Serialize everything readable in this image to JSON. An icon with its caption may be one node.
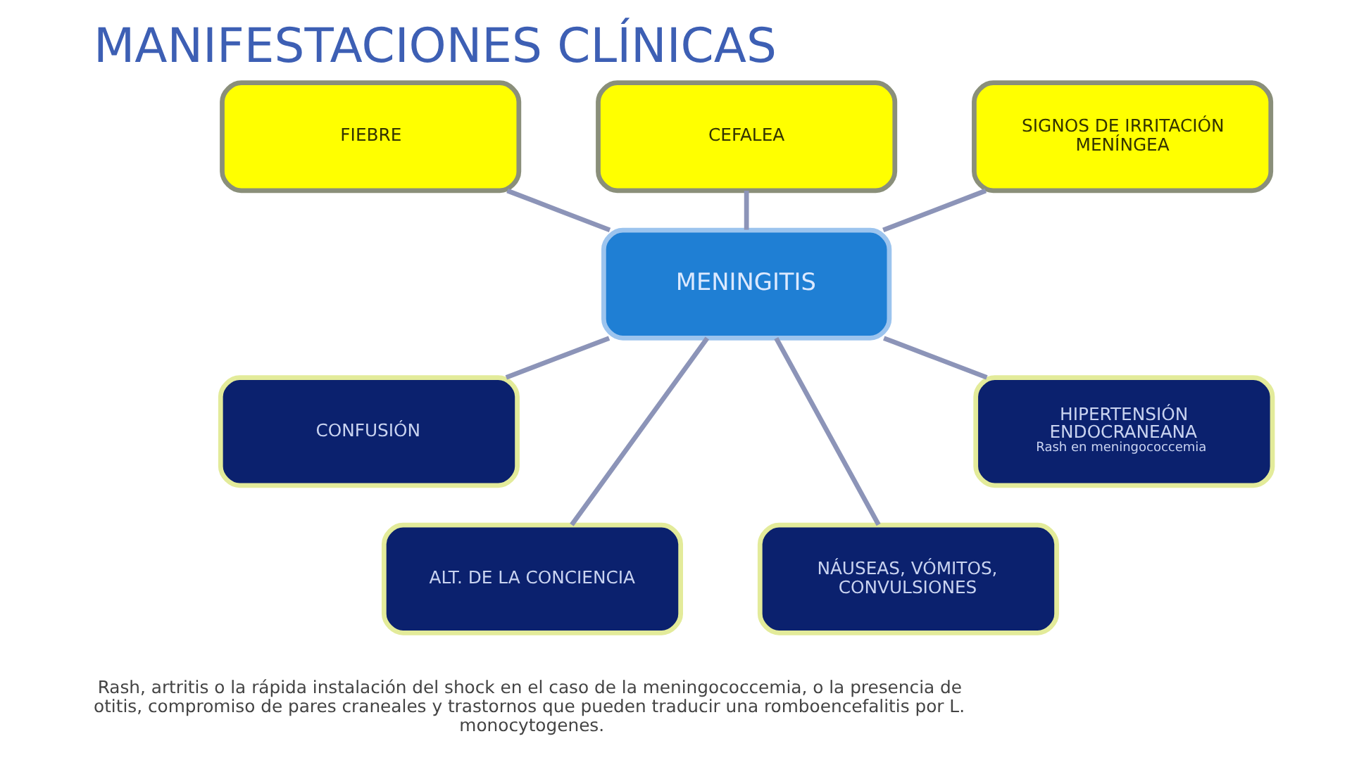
{
  "diagram": {
    "title": "MANIFESTACIONES CLÍNICAS",
    "caption": "Rash, artritis o la rápida instalación del shock en el caso de la meningococcemia, o la presencia de otitis, compromiso de pares craneales y trastornos que pueden traducir una romboencefalitis por L. monocytogenes.",
    "nodes": [
      {
        "text": [
          "FIEBRE"
        ]
      },
      {
        "text": [
          "CEFALEA"
        ]
      },
      {
        "text": [
          "SIGNOS DE IRRITACIÓN MENÍNGEA"
        ]
      },
      {
        "text": [
          "MENINGITIS"
        ]
      },
      {
        "text": [
          "CONFUSIÓN"
        ]
      },
      {
        "text": [
          "HIPERTENSIÓN ENDOCRANEANA",
          "Rash en meningococcemia"
        ]
      },
      {
        "text": [
          "ALT. DE LA CONCIENCIA"
        ]
      },
      {
        "text": [
          "NÁUSEAS, VÓMITOS, CONVULSIONES"
        ]
      }
    ],
    "edges": [
      {
        "from": 0,
        "to": 3,
        "arrow": "none"
      },
      {
        "from": 1,
        "to": 3,
        "arrow": "none"
      },
      {
        "from": 2,
        "to": 3,
        "arrow": "none"
      },
      {
        "from": 3,
        "to": 4,
        "arrow": "none"
      },
      {
        "from": 3,
        "to": 6,
        "arrow": "none"
      },
      {
        "from": 3,
        "to": 7,
        "arrow": "none"
      },
      {
        "from": 3,
        "to": 5,
        "arrow": "none"
      }
    ]
  }
}
